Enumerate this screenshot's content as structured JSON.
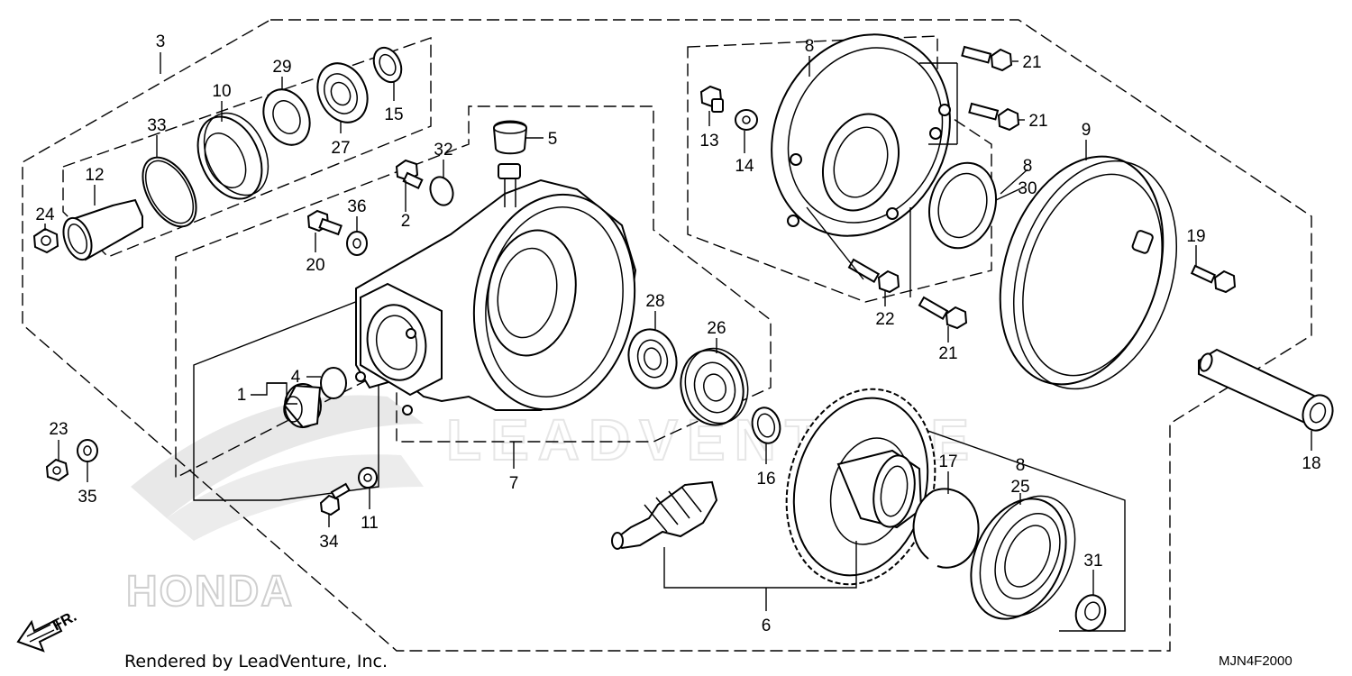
{
  "diagram": {
    "footer_text": "Rendered by LeadVenture, Inc.",
    "diagram_code": "MJN4F2000",
    "direction_label": "FR.",
    "logo_text": "HONDA",
    "watermark_text": "LEADVENTURE"
  },
  "callouts": {
    "c1": "1",
    "c2": "2",
    "c3": "3",
    "c4": "4",
    "c5": "5",
    "c6": "6",
    "c7": "7",
    "c8a": "8",
    "c8b": "8",
    "c8c": "8",
    "c9": "9",
    "c10": "10",
    "c11": "11",
    "c12": "12",
    "c13": "13",
    "c14": "14",
    "c15": "15",
    "c16": "16",
    "c17": "17",
    "c18": "18",
    "c19": "19",
    "c20": "20",
    "c21a": "21",
    "c21b": "21",
    "c21c": "21",
    "c22": "22",
    "c23": "23",
    "c24": "24",
    "c25": "25",
    "c26": "26",
    "c27": "27",
    "c28": "28",
    "c29": "29",
    "c30": "30",
    "c31": "31",
    "c32": "32",
    "c33": "33",
    "c34": "34",
    "c35": "35",
    "c36": "36"
  }
}
